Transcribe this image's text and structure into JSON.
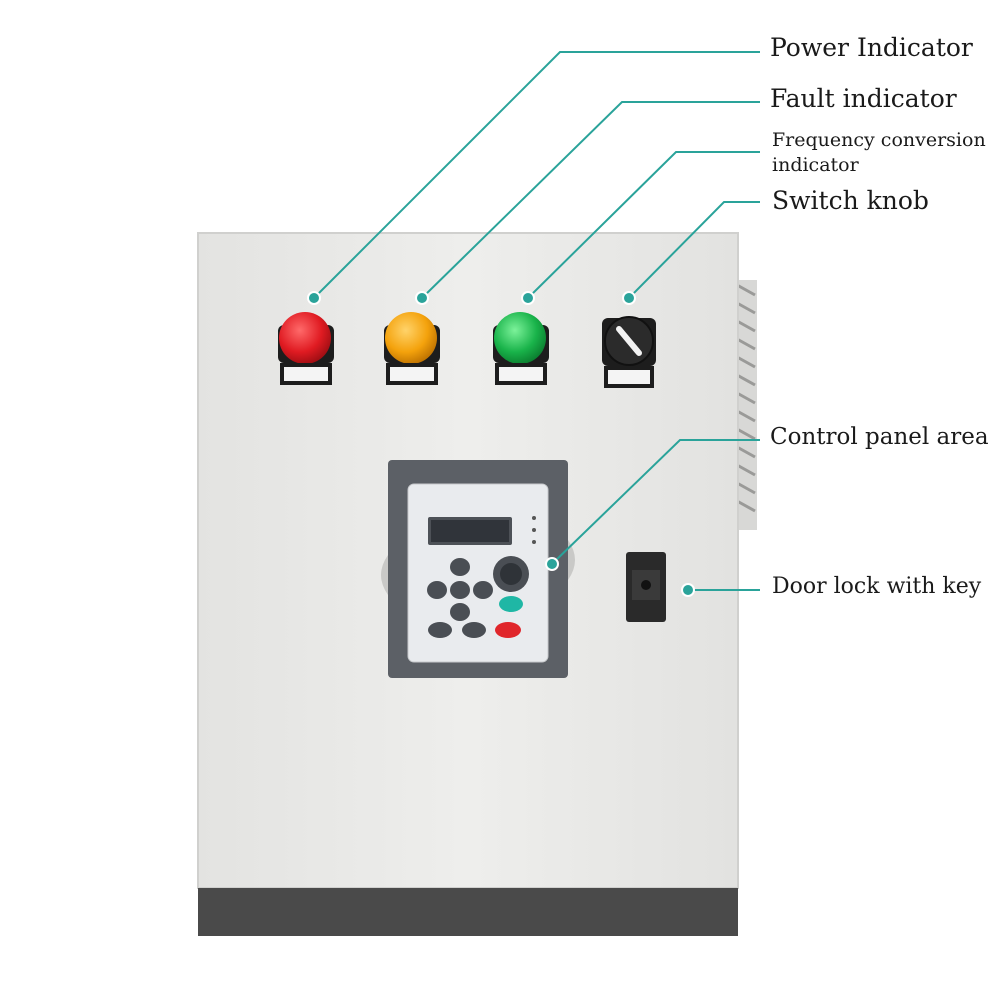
{
  "callouts": {
    "power": "Power Indicator",
    "fault": "Fault indicator",
    "frequency": "Frequency conversion indicator",
    "knob": "Switch knob",
    "panel": "Control panel area",
    "lock": "Door lock with key"
  },
  "colors": {
    "leader": "#2aa39a",
    "power_lamp": "#e01b22",
    "fault_lamp": "#f4a20c",
    "frequency_lamp": "#19b34a",
    "cabinet": "#ececea",
    "base": "#4a4a4a",
    "keypad": "#5c6066"
  }
}
